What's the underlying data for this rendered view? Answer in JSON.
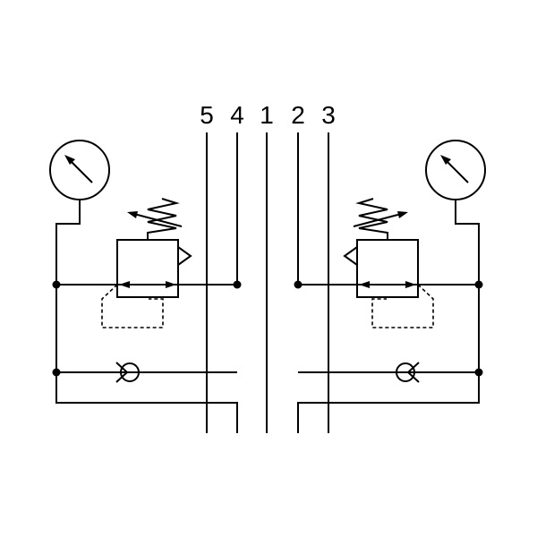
{
  "diagram": {
    "ports": [
      {
        "label": "5"
      },
      {
        "label": "4"
      },
      {
        "label": "1"
      },
      {
        "label": "2"
      },
      {
        "label": "3"
      }
    ],
    "colors": {
      "line": "#000000",
      "background": "#ffffff"
    }
  }
}
